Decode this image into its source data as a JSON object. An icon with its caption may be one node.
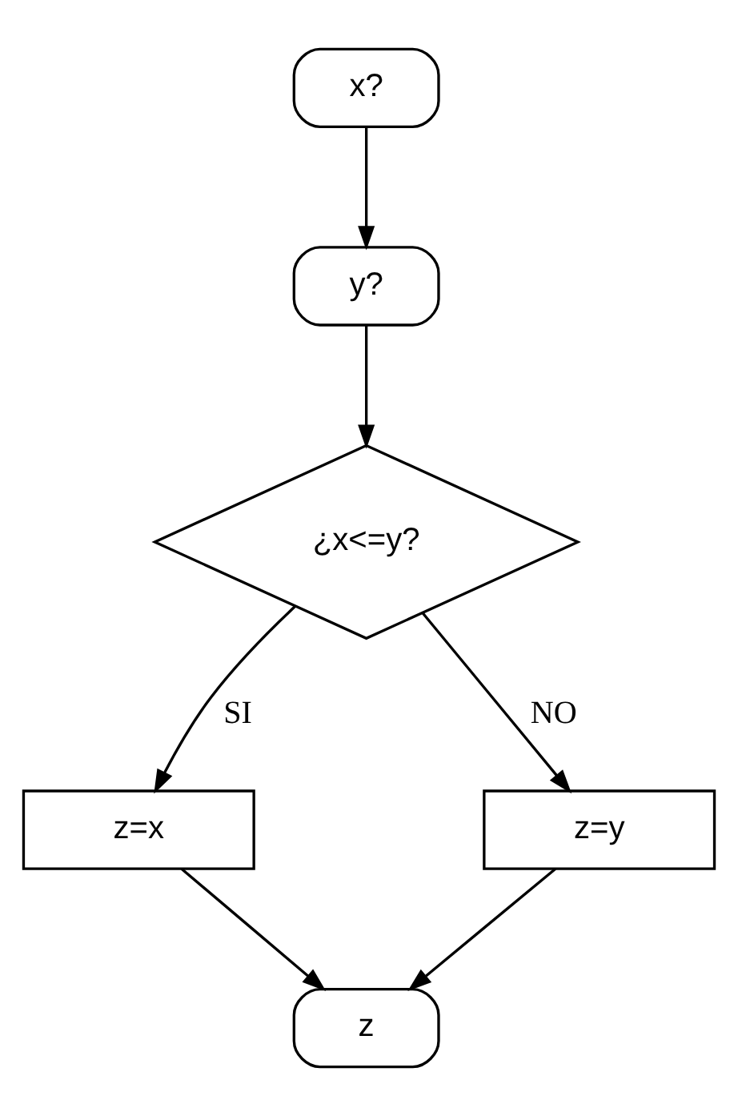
{
  "diagram": {
    "nodes": [
      {
        "text": [
          "x?"
        ]
      },
      {
        "text": [
          "y?"
        ]
      },
      {
        "text": [
          "¿x<=y?"
        ]
      },
      {
        "text": [
          "z=x"
        ]
      },
      {
        "text": [
          "z=y"
        ]
      },
      {
        "text": [
          "z"
        ]
      }
    ],
    "edges": [
      {
        "from": 0,
        "to": 1,
        "arrow": "to"
      },
      {
        "from": 1,
        "to": 2,
        "arrow": "to"
      },
      {
        "from": 2,
        "to": 3,
        "arrow": "to",
        "label": "SI"
      },
      {
        "from": 2,
        "to": 4,
        "arrow": "to",
        "label": "NO"
      },
      {
        "from": 3,
        "to": 5,
        "arrow": "to"
      },
      {
        "from": 4,
        "to": 5,
        "arrow": "to"
      }
    ]
  }
}
